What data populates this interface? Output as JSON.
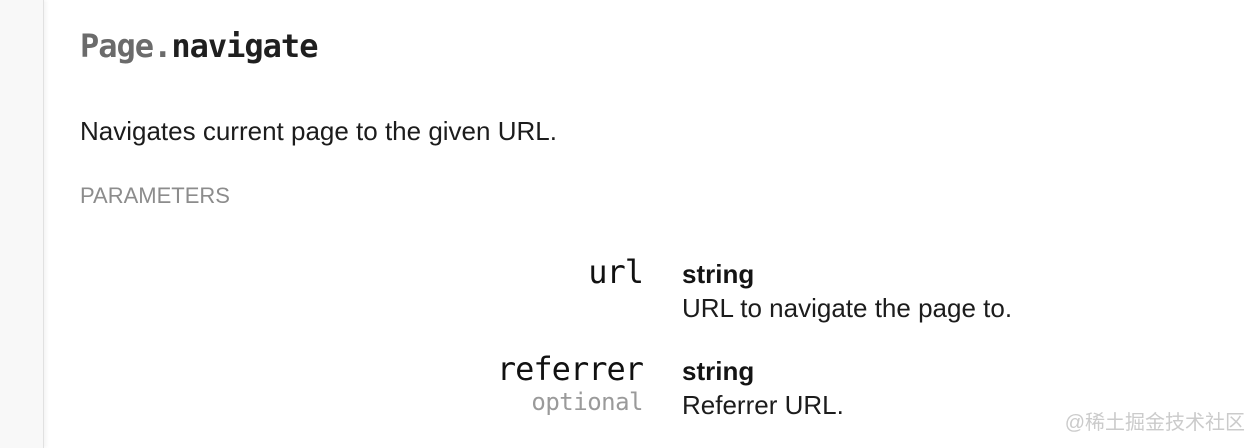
{
  "method": {
    "domain": "Page.",
    "name": "navigate",
    "description": "Navigates current page to the given URL."
  },
  "parameters": {
    "label": "PARAMETERS",
    "rows": [
      {
        "name": "url",
        "optional": "",
        "type": "string",
        "description": "URL to navigate the page to."
      },
      {
        "name": "referrer",
        "optional": "optional",
        "type": "string",
        "description": "Referrer URL."
      }
    ]
  },
  "watermark": "@稀土掘金技术社区",
  "colors": {
    "page_background": "#ffffff",
    "side_rail_background": "#f8f8f8",
    "side_rail_border": "#e1e1e1",
    "method_domain_text": "#6b6b6b",
    "method_name_text": "#1f1f1f",
    "body_text": "#1c1c1c",
    "section_label_text": "#8c8c8c",
    "param_name_text": "#111111",
    "optional_text": "#9a9a9a",
    "watermark_text": "#cbcbcb"
  }
}
